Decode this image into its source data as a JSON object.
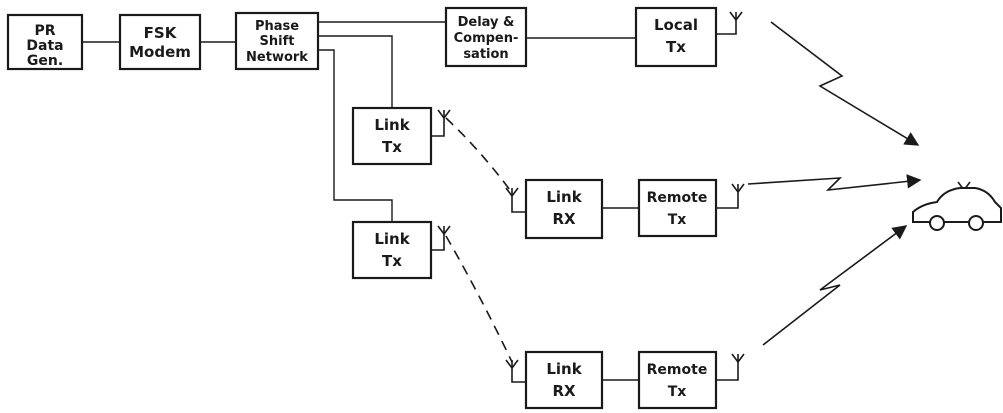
{
  "blocks": {
    "pr_data_gen": [
      "PR",
      "Data",
      "Gen."
    ],
    "fsk_modem": [
      "FSK",
      "Modem"
    ],
    "phase_shift_network": [
      "Phase",
      "Shift",
      "Network"
    ],
    "delay_compensation": [
      "Delay &",
      "Compen-",
      "sation"
    ],
    "local_tx": [
      "Local",
      "Tx"
    ],
    "link_tx_1": [
      "Link",
      "Tx"
    ],
    "link_tx_2": [
      "Link",
      "Tx"
    ],
    "link_rx_1": [
      "Link",
      "RX"
    ],
    "link_rx_2": [
      "Link",
      "RX"
    ],
    "remote_tx_1": [
      "Remote",
      "Tx"
    ],
    "remote_tx_2": [
      "Remote",
      "Tx"
    ]
  },
  "colors": {
    "ink": "#1a1a1a",
    "background": "#ffffff"
  }
}
